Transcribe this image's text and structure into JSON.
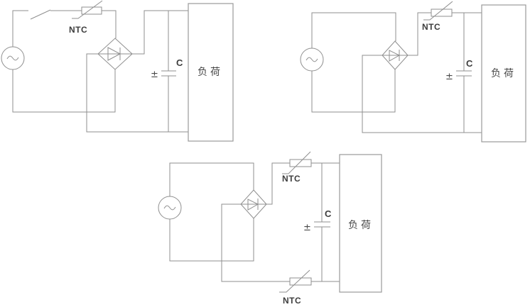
{
  "figure": {
    "kind": "power-supply-circuit-diagrams",
    "background_color": "#ffffff",
    "wire_color": "#8f8f8f",
    "label_color": "#3d3d3d"
  },
  "circuits": [
    {
      "position": "top-left",
      "has_switch": true,
      "ntc_labels": [
        "NTC"
      ],
      "capacitor_label": "C",
      "capacitor_polarity": "±",
      "load_label": "负荷"
    },
    {
      "position": "top-right",
      "has_switch": false,
      "ntc_labels": [
        "NTC"
      ],
      "capacitor_label": "C",
      "capacitor_polarity": "±",
      "load_label": "负荷"
    },
    {
      "position": "bottom-center",
      "has_switch": false,
      "ntc_labels": [
        "NTC",
        "NTC"
      ],
      "capacitor_label": "C",
      "capacitor_polarity": "±",
      "load_label": "负荷"
    }
  ]
}
